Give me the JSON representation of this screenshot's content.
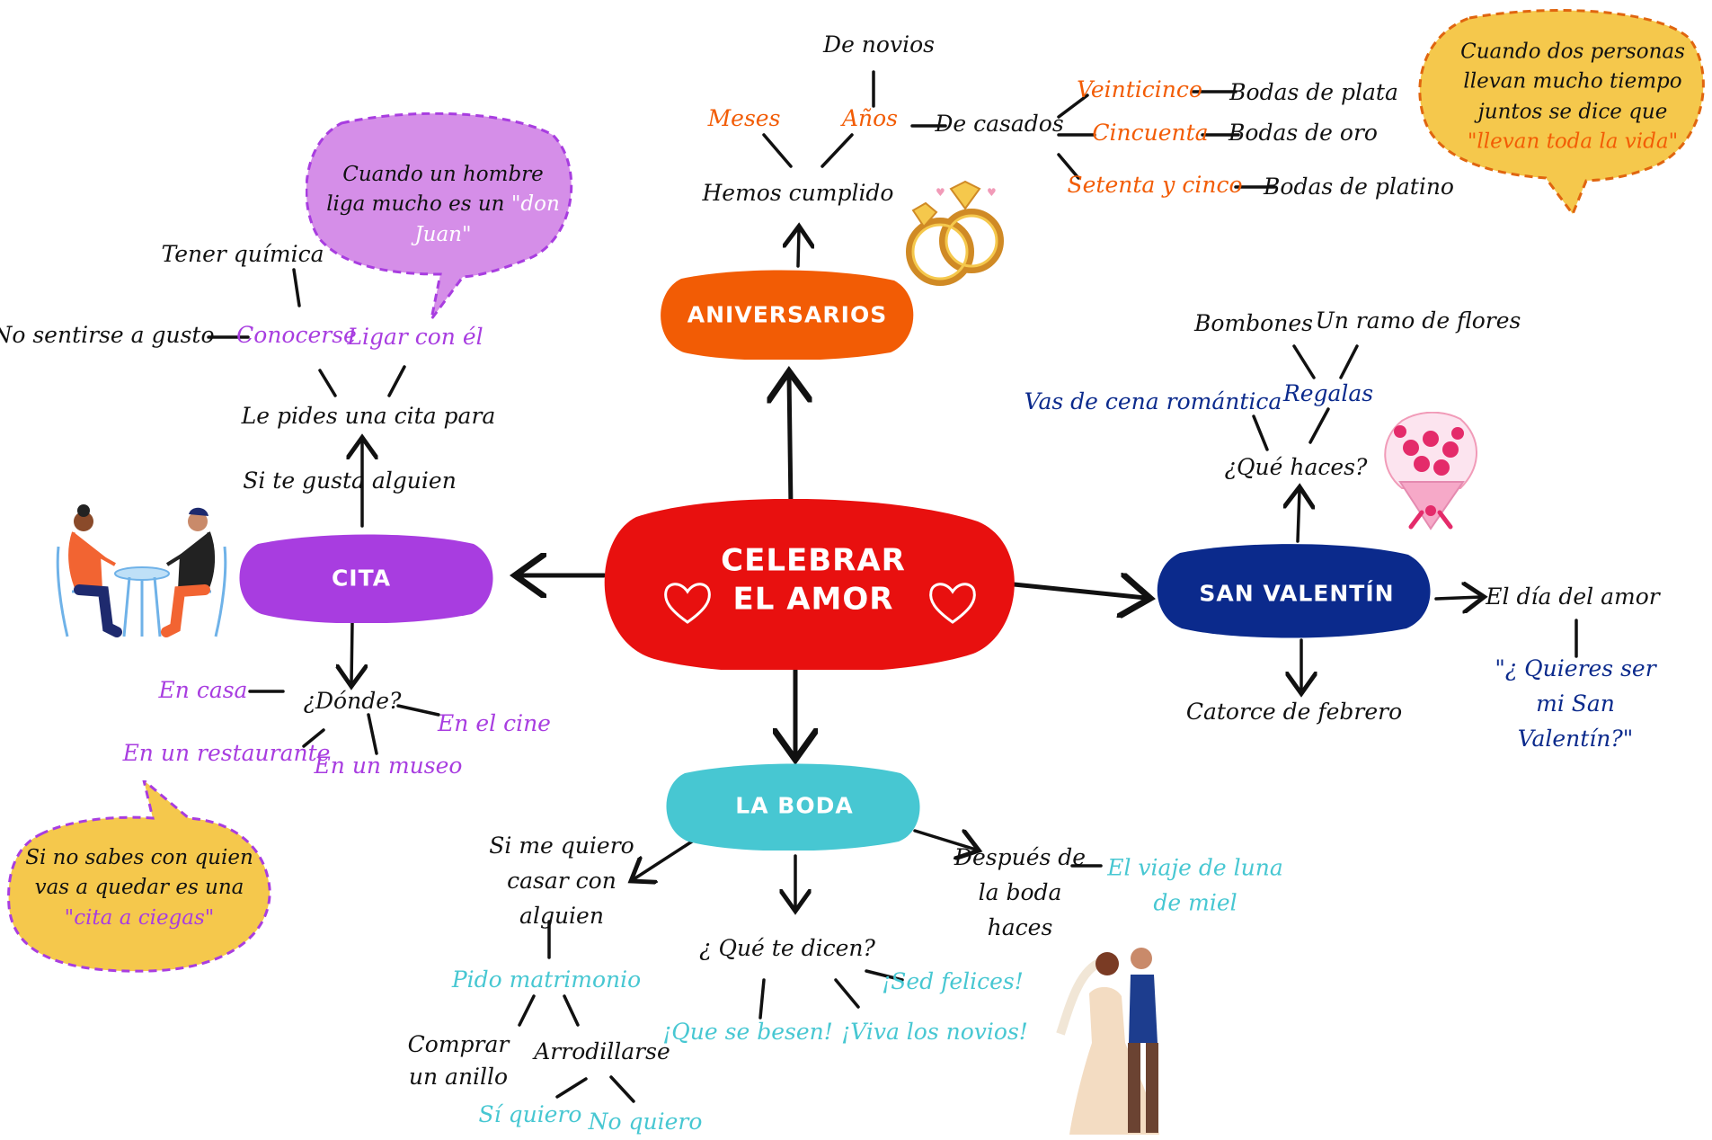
{
  "colors": {
    "black": "#111111",
    "orange": "#f25c05",
    "purple": "#a83de0",
    "navy": "#0b2a8c",
    "teal": "#47c7d2",
    "red": "#e8100f",
    "yellow": "#f5c84c",
    "lavender": "#d58ee8"
  },
  "center": {
    "title": "CELEBRAR EL AMOR"
  },
  "aniversarios": {
    "label": "ANIVERSARIOS",
    "hemos": "Hemos cumplido",
    "meses": "Meses",
    "anos": "Años",
    "novios": "De novios",
    "casados": "De casados",
    "veinticinco": "Veinticinco",
    "cincuenta": "Cincuenta",
    "setenta": "Setenta y cinco",
    "plata": "Bodas de plata",
    "oro": "Bodas de oro",
    "platino": "Bodas de platino"
  },
  "cita": {
    "label": "CITA",
    "si_te_gusta": "Si te gusta alguien",
    "le_pides": "Le pides una cita para",
    "conocerse": "Conocerse",
    "ligar": "Ligar con él",
    "quimica": "Tener química",
    "no_gusto": "No sentirse a gusto",
    "donde": "¿Dónde?",
    "casa": "En casa",
    "cine": "En el cine",
    "restaurante": "En un restaurante",
    "museo": "En un museo"
  },
  "valentin": {
    "label": "SAN VALENTÍN",
    "que_haces": "¿Qué haces?",
    "regalas": "Regalas",
    "cena": "Vas de cena romántica",
    "bombones": "Bombones",
    "ramo": "Un ramo de flores",
    "dia_amor": "El día del amor",
    "quieres": "\"¿ Quieres ser mi San Valentín?\"",
    "catorce": "Catorce de febrero"
  },
  "boda": {
    "label": "LA BODA",
    "casar": "Si me quiero casar con alguien",
    "pido": "Pido matrimonio",
    "comprar": "Comprar un anillo",
    "arrodillarse": "Arrodillarse",
    "si_quiero": "Sí quiero",
    "no_quiero": "No quiero",
    "que_dicen": "¿ Qué te dicen?",
    "besen": "¡Que se besen!",
    "viva": "¡Viva los novios!",
    "felices": "¡Sed felices!",
    "despues": "Después de la boda haces",
    "viaje": "El viaje de luna de miel"
  },
  "bubbles": {
    "don_juan_pre": "Cuando un hombre liga mucho es un ",
    "don_juan_quote": "\"don Juan\"",
    "toda_vida_pre": "Cuando dos personas llevan mucho tiempo juntos se dice que ",
    "toda_vida_quote": "\"llevan toda la vida\"",
    "cita_ciegas_pre": "Si no sabes con quien vas a quedar es una ",
    "cita_ciegas_quote": "\"cita a ciegas\""
  },
  "icons": [
    "heart-icon",
    "rings-icon",
    "bouquet-icon",
    "couple-table-icon",
    "bride-groom-icon"
  ]
}
